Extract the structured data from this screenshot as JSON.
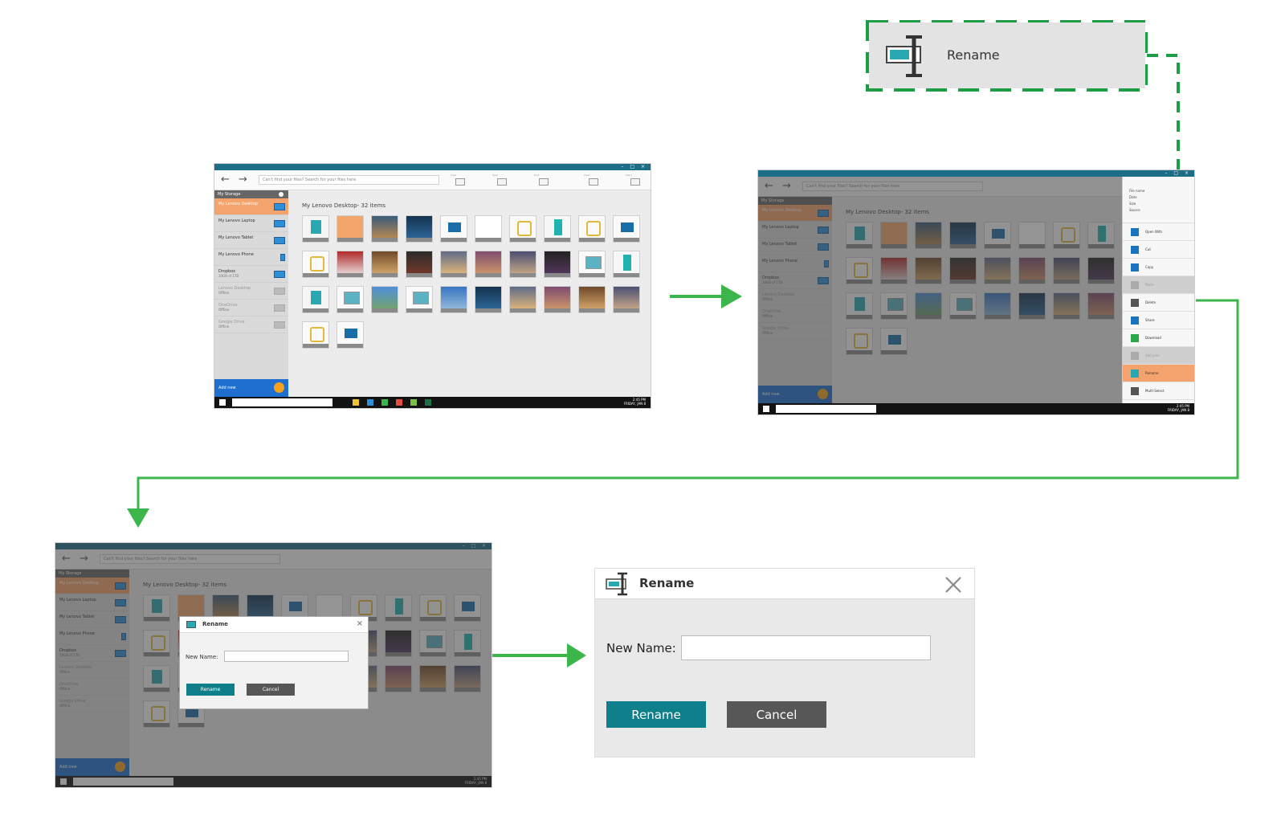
{
  "callout": {
    "label": "Rename",
    "icon": "rename-icon"
  },
  "app": {
    "search_placeholder": "Can't find your files? Search for your files here",
    "content_title": "My Lenovo Desktop- 32 items",
    "sidebar": {
      "header": "My Storage",
      "items": [
        {
          "label": "My Lenovo Desktop",
          "sub": ""
        },
        {
          "label": "My Lenovo Laptop",
          "sub": ""
        },
        {
          "label": "My Lenovo Tablet",
          "sub": ""
        },
        {
          "label": "My Lenovo Phone",
          "sub": ""
        },
        {
          "label": "Dropbox",
          "sub": "10GB of 1TB"
        },
        {
          "label": "Lenovo Desktop",
          "sub": "Offline"
        },
        {
          "label": "OneDrive",
          "sub": "Offline"
        },
        {
          "label": "Google Drive",
          "sub": "Offline"
        }
      ],
      "add_new": "Add new"
    },
    "toolbar": {
      "captions": [
        "View",
        "Type",
        "Sort",
        "Clear",
        "Menu"
      ]
    },
    "taskbar": {
      "time": "2:45 PM",
      "date": "FRIDAY, JAN 8"
    }
  },
  "context_menu": {
    "sort_options": [
      "File name",
      "Date",
      "Size",
      "Source"
    ],
    "actions": [
      "Open With",
      "Cut",
      "Copy",
      "Paste",
      "Delete",
      "Share",
      "Download",
      "Add pins",
      "Rename",
      "Multi-Select"
    ]
  },
  "dialog": {
    "title": "Rename",
    "name_label": "New Name:",
    "name_value": "",
    "rename_button": "Rename",
    "cancel_button": "Cancel",
    "close_icon": "close-icon"
  },
  "colors": {
    "accent_teal": "#0f7f8c",
    "flow_green": "#3cb54a",
    "callout_green": "#1d9d45",
    "selection_orange": "#f4a36c",
    "titlebar_blue": "#1d6d87",
    "cancel_grey": "#575757"
  }
}
